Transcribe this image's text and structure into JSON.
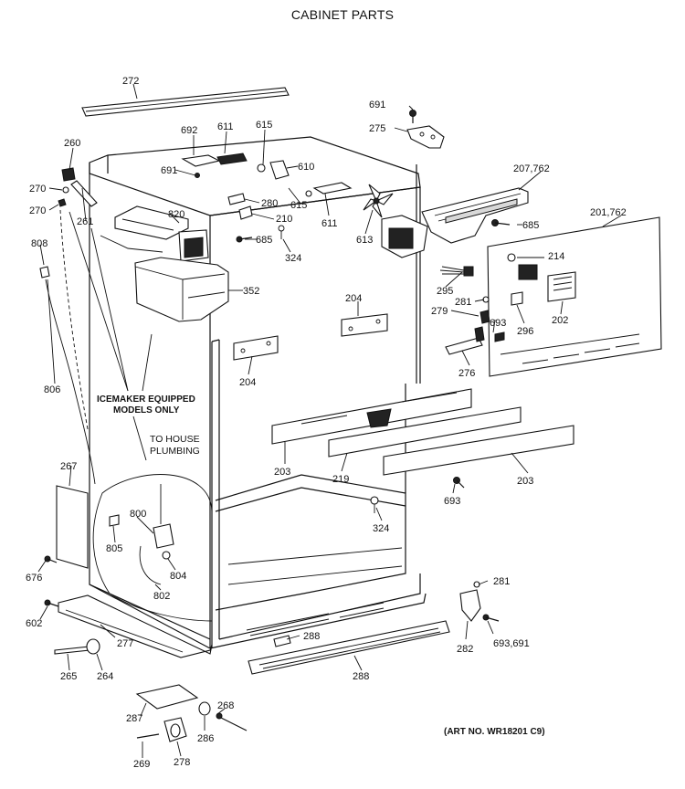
{
  "title": "CABINET PARTS",
  "art_number": "(ART NO. WR18201 C9)",
  "notes": {
    "icemaker_line1": "ICEMAKER EQUIPPED",
    "icemaker_line2": "MODELS ONLY",
    "plumbing_line1": "TO HOUSE",
    "plumbing_line2": "PLUMBING"
  },
  "labels": {
    "p272": "272",
    "p691a": "691",
    "p275": "275",
    "p692": "692",
    "p611a": "611",
    "p615a": "615",
    "p260": "260",
    "p691b": "691",
    "p610": "610",
    "p207": "207,762",
    "p270a": "270",
    "p270b": "270",
    "p261": "261",
    "p820": "820",
    "p280": "280",
    "p615b": "615",
    "p210": "210",
    "p611b": "611",
    "p613": "613",
    "p685a": "685",
    "p201": "201,762",
    "p685b": "685",
    "p324a": "324",
    "p214": "214",
    "p808": "808",
    "p295": "295",
    "p352": "352",
    "p204a": "204",
    "p281a": "281",
    "p279": "279",
    "p693a": "693",
    "p296": "296",
    "p202": "202",
    "p204b": "204",
    "p276": "276",
    "p806": "806",
    "p203a": "203",
    "p219": "219",
    "p203b": "203",
    "p267": "267",
    "p693b": "693",
    "p324b": "324",
    "p800": "800",
    "p805": "805",
    "p804": "804",
    "p676": "676",
    "p802": "802",
    "p281b": "281",
    "p602": "602",
    "p288a": "288",
    "p693c": "693,691",
    "p277": "277",
    "p282": "282",
    "p265": "265",
    "p264": "264",
    "p288b": "288",
    "p268": "268",
    "p287": "287",
    "p286": "286",
    "p269": "269",
    "p278": "278"
  }
}
